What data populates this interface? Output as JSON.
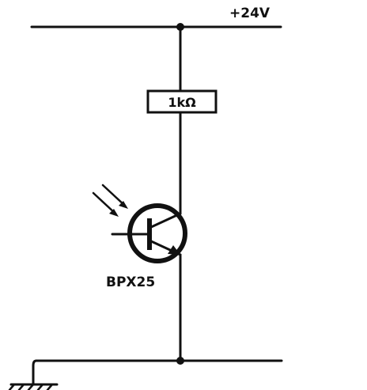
{
  "supply": {
    "label": "+24V"
  },
  "resistor": {
    "label": "1kΩ"
  },
  "transistor": {
    "label": "BPX25"
  },
  "colors": {
    "ink": "#111111",
    "background": "#ffffff"
  }
}
